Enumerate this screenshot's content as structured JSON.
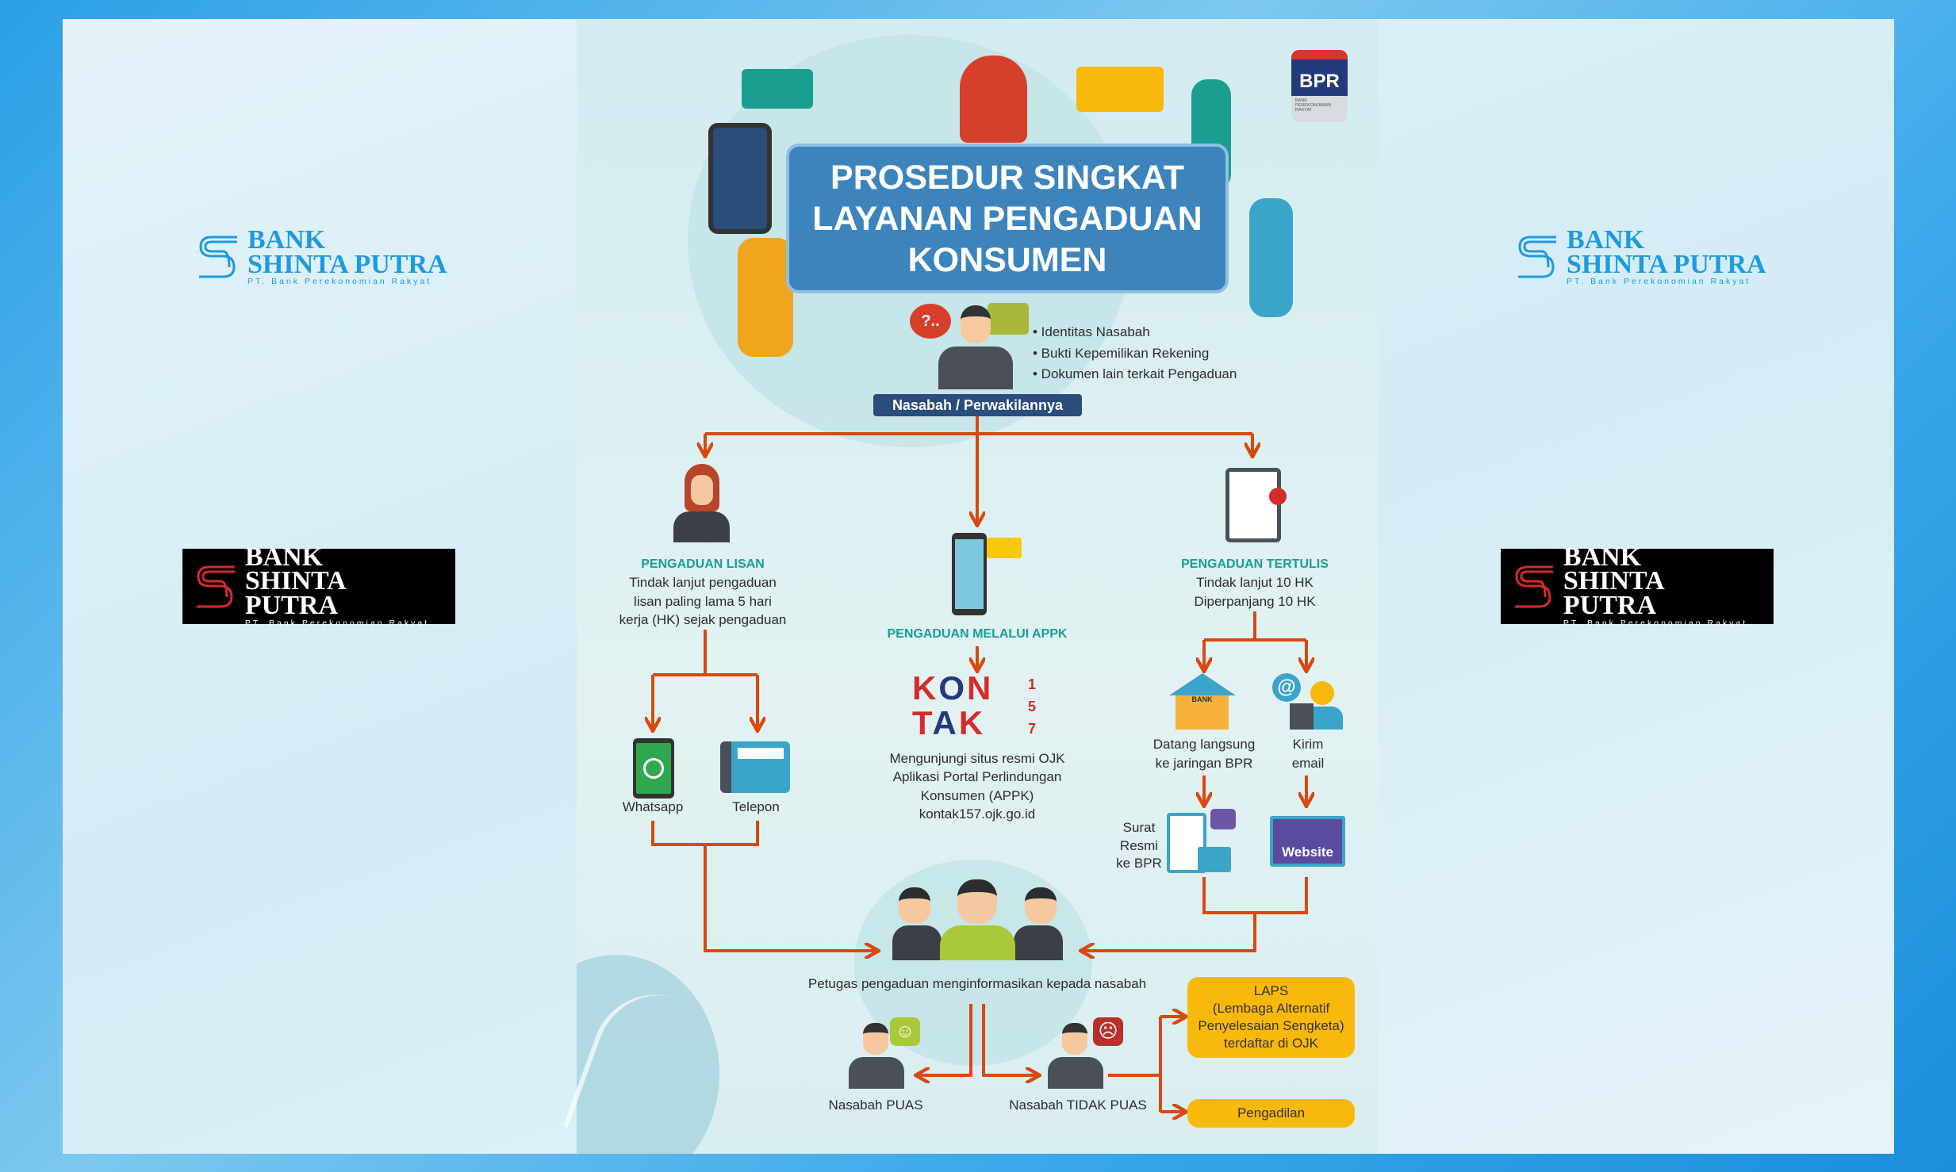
{
  "logos": {
    "name_line1": "BANK",
    "name_line2": "SHINTA PUTRA",
    "subtitle": "PT. Bank Perekonomian Rakyat"
  },
  "bpr_logo": {
    "mark": "BPR",
    "subtitle": "BANK PEREKONOMIAN RAKYAT"
  },
  "poster": {
    "title": [
      "PROSEDUR SINGKAT",
      "LAYANAN PENGADUAN",
      "KONSUMEN"
    ],
    "requirements": [
      "• Identitas Nasabah",
      "• Bukti Kepemilikan Rekening",
      "• Dokumen lain terkait Pengaduan"
    ],
    "actor": "Nasabah / Perwakilannya",
    "lisan": {
      "heading": "PENGADUAN LISAN",
      "lines": [
        "Tindak lanjut pengaduan",
        "lisan paling lama 5 hari",
        "kerja (HK) sejak pengaduan"
      ],
      "whatsapp": "Whatsapp",
      "telepon": "Telepon"
    },
    "appk": {
      "heading": "PENGADUAN MELALUI APPK",
      "kontak_logo": "KONTAK 157",
      "lines": [
        "Mengunjungi situs resmi OJK",
        "Aplikasi Portal Perlindungan",
        "Konsumen (APPK)",
        "kontak157.ojk.go.id"
      ]
    },
    "tertulis": {
      "heading": "PENGADUAN TERTULIS",
      "lines": [
        "Tindak lanjut 10 HK",
        "Diperpanjang 10 HK"
      ],
      "datang": [
        "Datang langsung",
        "ke jaringan BPR"
      ],
      "kirim": [
        "Kirim",
        "email"
      ],
      "surat": [
        "Surat",
        "Resmi",
        "ke BPR"
      ],
      "website": "Website",
      "bank_sign": "BANK"
    },
    "petugas": "Petugas pengaduan menginformasikan kepada nasabah",
    "puas": "Nasabah PUAS",
    "tidak_puas": "Nasabah TIDAK PUAS",
    "laps": [
      "LAPS",
      "(Lembaga Alternatif",
      "Penyelesaian Sengketa)",
      "terdaftar di OJK"
    ],
    "pengadilan": "Pengadilan",
    "chat_question": "?.."
  },
  "colors": {
    "arrow": "#d9480f",
    "teal": "#1a9e8f",
    "navy": "#2a4d7c",
    "yellow": "#f8b90c"
  }
}
